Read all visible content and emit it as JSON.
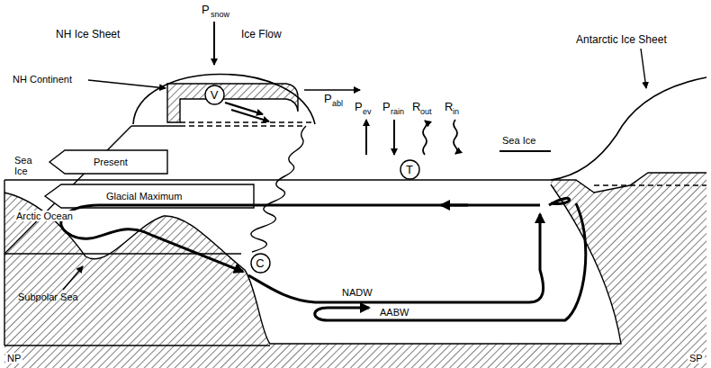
{
  "diagram": {
    "nodes": [
      {
        "text": [
          "V"
        ]
      },
      {
        "text": [
          "T"
        ]
      },
      {
        "text": [
          "C"
        ]
      }
    ],
    "labels": [
      "P",
      "snow",
      "NH Ice Sheet",
      "Ice Flow",
      "NH Continent",
      "Present",
      "Sea Ice",
      "Glacial Maximum",
      "P",
      "abl",
      "P",
      "ev",
      "P",
      "rain",
      "R",
      "out",
      "R",
      "in",
      "Antarctic Ice Sheet",
      "Sea Ice",
      "Arctic Ocean",
      "Subpolar Sea",
      "NADW",
      "AABW",
      "NP",
      "SP"
    ]
  }
}
